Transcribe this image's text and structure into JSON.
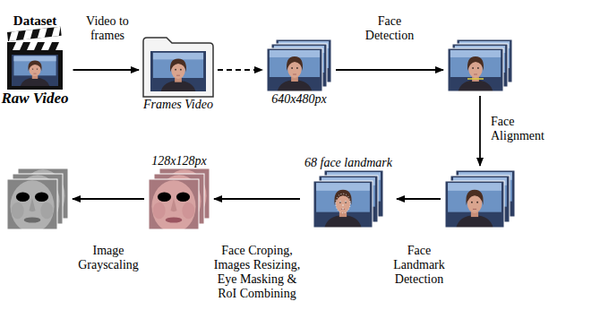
{
  "diagram": {
    "nodes": [
      {
        "text": [
          "Dataset",
          "Raw Video"
        ]
      },
      {
        "text": [
          "Frames Video"
        ]
      },
      {
        "text": [
          "640x480px"
        ]
      },
      {
        "text": []
      },
      {
        "text": []
      },
      {
        "text": [
          "68 face landmark"
        ]
      },
      {
        "text": [
          "128x128px"
        ]
      },
      {
        "text": []
      }
    ],
    "edges": [
      {
        "from": 0,
        "to": 1,
        "label": "Video to frames",
        "arrow": "to"
      },
      {
        "from": 1,
        "to": 2,
        "arrow": "to"
      },
      {
        "from": 2,
        "to": 3,
        "label": "Face Detection",
        "arrow": "to"
      },
      {
        "from": 3,
        "to": 4,
        "label": "Face Alignment",
        "arrow": "to"
      },
      {
        "from": 4,
        "to": 5,
        "label": "Face Landmark Detection",
        "arrow": "to"
      },
      {
        "from": 5,
        "to": 6,
        "label": "Face Croping, Images Resizing, Eye Masking & RoI Combining",
        "arrow": "to"
      },
      {
        "from": 6,
        "to": 7,
        "label": "Image Grayscaling",
        "arrow": "to"
      }
    ]
  }
}
